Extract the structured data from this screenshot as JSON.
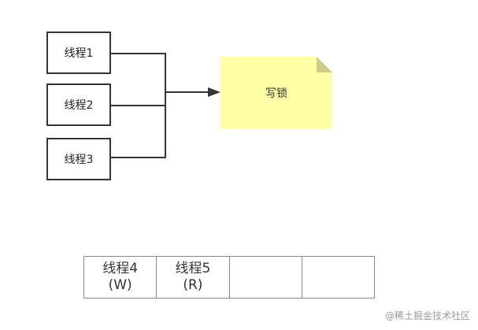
{
  "threads": [
    {
      "label": "线程1"
    },
    {
      "label": "线程2"
    },
    {
      "label": "线程3"
    }
  ],
  "lock": {
    "label": "写锁",
    "color": "#FFFFA8"
  },
  "queue": {
    "cells": [
      {
        "name": "线程4",
        "mode": "(W)"
      },
      {
        "name": "线程5",
        "mode": "(R)"
      },
      {
        "name": "",
        "mode": ""
      },
      {
        "name": "",
        "mode": ""
      }
    ]
  },
  "watermark": "@稀土掘金技术社区"
}
